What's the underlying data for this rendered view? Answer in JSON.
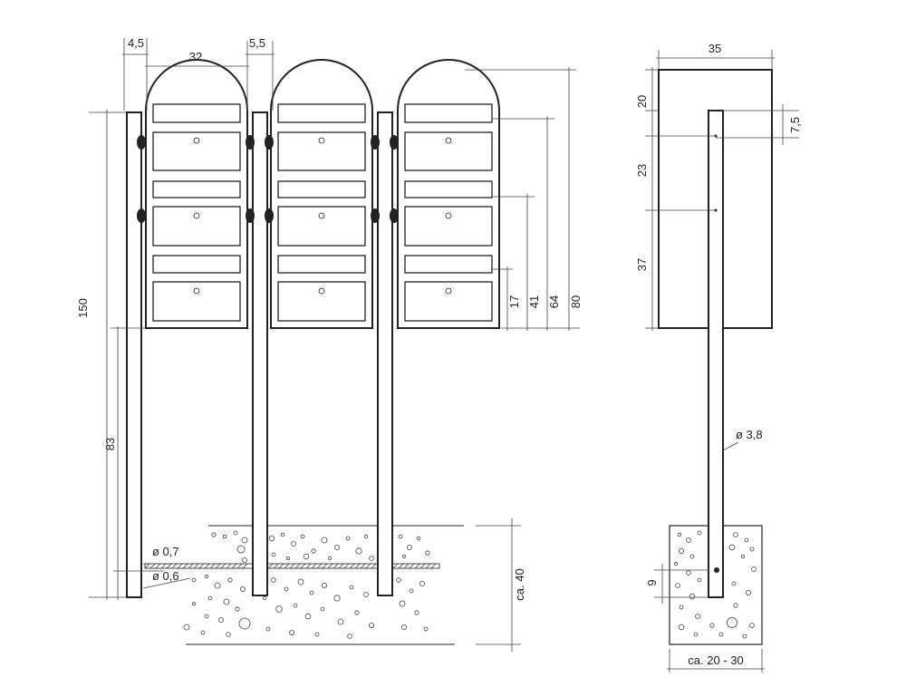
{
  "front_view": {
    "dims": {
      "post_gap_left": "4,5",
      "box_width": "32",
      "post_gap_right": "5,5",
      "total_height": "150",
      "post_free_height": "83",
      "level_17": "17",
      "level_41": "41",
      "level_64": "64",
      "level_80": "80",
      "thickness_top": "ø 0,7",
      "thickness_bottom": "ø 0,6",
      "foundation_depth": "ca. 40"
    },
    "unit_count": 3,
    "compartments_per_unit": 3
  },
  "side_view": {
    "dims": {
      "box_depth": "35",
      "top_offset": "20",
      "small_offset": "7,5",
      "mid_spacing": "23",
      "lower_part": "37",
      "pole_diameter": "ø 3,8",
      "embed_offset": "9",
      "foundation_width": "ca. 20 - 30"
    }
  }
}
